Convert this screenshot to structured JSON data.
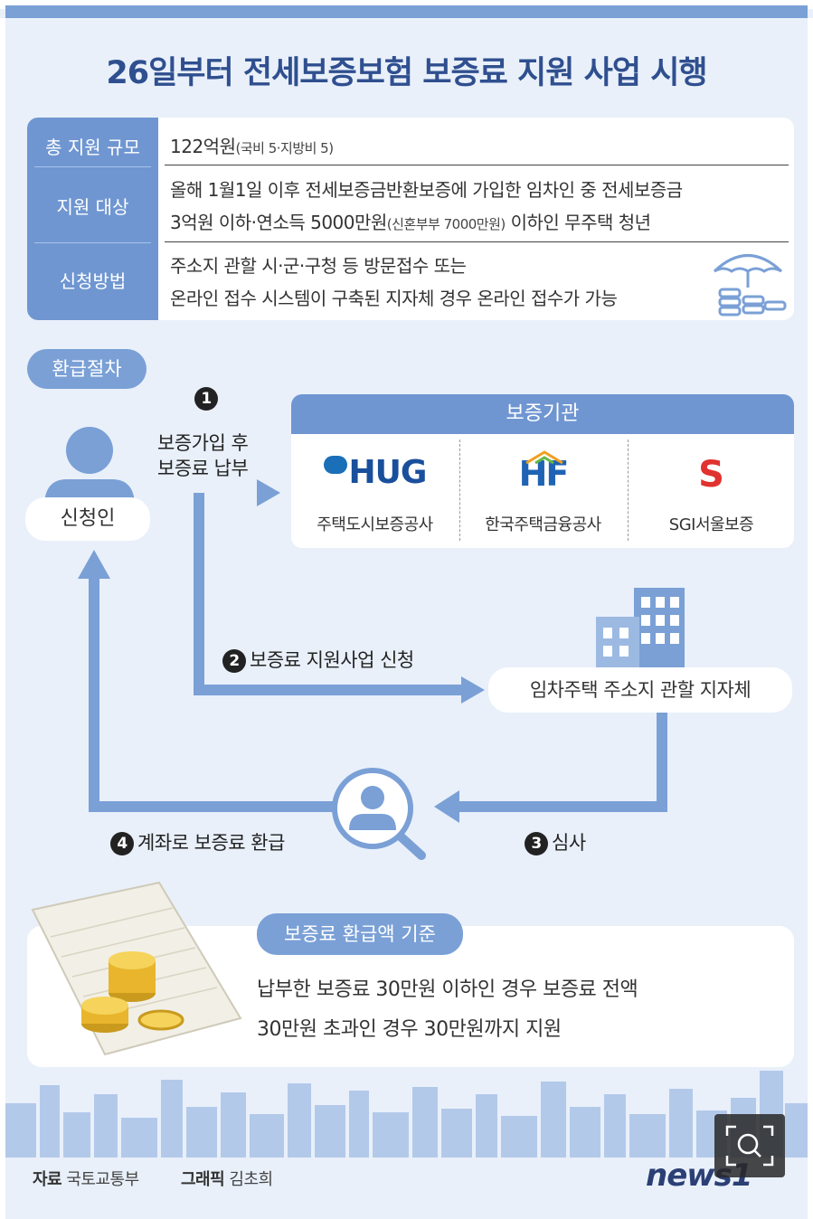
{
  "title": "26일부터 전세보증보험 보증료 지원 사업 시행",
  "info": {
    "rows": [
      {
        "label": "총 지원 규모",
        "main": "122억원",
        "sub": "(국비 5·지방비 5)"
      },
      {
        "label": "지원 대상",
        "line1": "올해 1월1일 이후 전세보증금반환보증에 가입한 임차인 중 전세보증금",
        "line2a": "3억원 이하·연소득 5000만원",
        "line2b": "(신혼부부 7000만원)",
        "line2c": " 이하인 무주택 청년"
      },
      {
        "label": "신청방법",
        "line1": "주소지 관할 시·군·구청 등 방문접수 또는",
        "line2": "온라인 접수 시스템이 구축된 지자체 경우 온라인 접수가 가능"
      }
    ]
  },
  "procedure": {
    "label": "환급절차",
    "applicant": "신청인",
    "step1_num": "1",
    "step1_line1": "보증가입 후",
    "step1_line2": "보증료 납부",
    "step2_num": "2",
    "step2": "보증료 지원사업 신청",
    "step3_num": "3",
    "step3": "심사",
    "step4_num": "4",
    "step4": "계좌로 보증료 환급",
    "local_gov": "임차주택 주소지 관할 지자체"
  },
  "guarantee": {
    "header": "보증기관",
    "orgs": [
      {
        "logo": "HUG",
        "name": "주택도시보증공사"
      },
      {
        "logo": "HF",
        "name": "한국주택금융공사"
      },
      {
        "logo": "S",
        "name": "SGI서울보증"
      }
    ]
  },
  "refund": {
    "header": "보증료 환급액 기준",
    "line1": "납부한 보증료 30만원 이하인 경우 보증료 전액",
    "line2": "30만원 초과인 경우 30만원까지 지원"
  },
  "footer": {
    "source_label": "자료",
    "source": "국토교통부",
    "graphic_label": "그래픽",
    "graphic": "김초희",
    "brand": "news1"
  },
  "colors": {
    "accent": "#6f96d1",
    "title": "#2f4f8f",
    "arrow": "#7aa0d6",
    "background": "#e9f0fa"
  },
  "icons": [
    "umbrella-coins-icon",
    "person-icon",
    "building-icon",
    "magnifier-person-icon",
    "coins-ledger-icon",
    "zoom-icon"
  ]
}
